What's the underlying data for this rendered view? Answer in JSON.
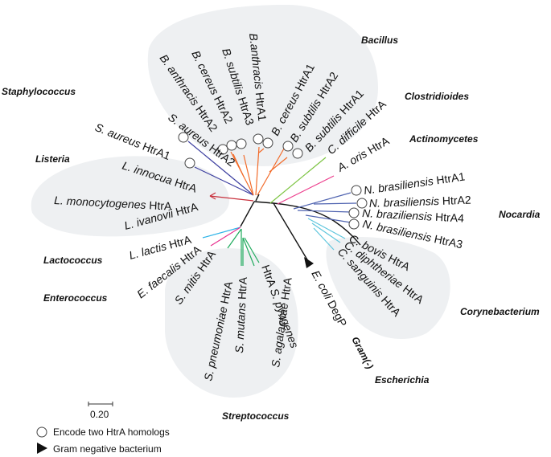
{
  "figure": {
    "type": "unrooted phylogenetic tree",
    "colors": {
      "background_blob": "#eef0f2",
      "backbone": "#111111",
      "staphylococcus": "#3d3fa0",
      "bacillus": "#f26b2a",
      "listeria": "#c8303c",
      "clostridioides": "#7dc443",
      "actinomycetes": "#ec3d8c",
      "nocardia": "#4f63b0",
      "corynebacterium": "#5fc6dd",
      "lactococcus": "#2fb4e8",
      "enterococcus": "#e8308f",
      "streptococcus": "#1eaa5c"
    }
  },
  "genera": [
    {
      "id": "bacillus",
      "label": "Bacillus"
    },
    {
      "id": "staphylococcus",
      "label": "Staphylococcus"
    },
    {
      "id": "clostridioides",
      "label": "Clostridioides"
    },
    {
      "id": "actinomycetes",
      "label": "Actinomycetes"
    },
    {
      "id": "listeria",
      "label": "Listeria"
    },
    {
      "id": "nocardia",
      "label": "Nocardia"
    },
    {
      "id": "lactococcus",
      "label": "Lactococcus"
    },
    {
      "id": "enterococcus",
      "label": "Enterococcus"
    },
    {
      "id": "corynebacterium",
      "label": "Corynebacterium"
    },
    {
      "id": "escherichia",
      "label": "Escherichia"
    },
    {
      "id": "gram_negative",
      "label": "Gram(-)"
    },
    {
      "id": "streptococcus",
      "label": "Streptococcus"
    }
  ],
  "leaves": [
    {
      "species": "S. aureus",
      "protein": "HtrA2",
      "group": "staphylococcus",
      "two_homologs": true
    },
    {
      "species": "S. aureus",
      "protein": "HtrA1",
      "group": "staphylococcus",
      "two_homologs": true
    },
    {
      "species": "B. anthracis",
      "protein": "HtrA2",
      "group": "bacillus",
      "two_homologs": true
    },
    {
      "species": "B. cereus",
      "protein": "HtrA2",
      "group": "bacillus",
      "two_homologs": true
    },
    {
      "species": "B. subtilis",
      "protein": "HtrA3",
      "group": "bacillus",
      "two_homologs": true
    },
    {
      "species": "B.anthracis",
      "protein": "HtrA1",
      "group": "bacillus",
      "two_homologs": true
    },
    {
      "species": "B. cereus",
      "protein": "HtrA1",
      "group": "bacillus",
      "two_homologs": true
    },
    {
      "species": "B. subtilis",
      "protein": "HtrA2",
      "group": "bacillus",
      "two_homologs": true
    },
    {
      "species": "B. subtilis",
      "protein": "HtrA1",
      "group": "bacillus",
      "two_homologs": true
    },
    {
      "species": "C. difficile",
      "protein": "HtrA",
      "group": "clostridioides",
      "two_homologs": false
    },
    {
      "species": "A. oris",
      "protein": "HtrA",
      "group": "actinomycetes",
      "two_homologs": false
    },
    {
      "species": "N. brasiliensis",
      "protein": "HtrA1",
      "group": "nocardia",
      "two_homologs": true
    },
    {
      "species": "N. brasiliensis",
      "protein": "HtrA2",
      "group": "nocardia",
      "two_homologs": true
    },
    {
      "species": "N. braziliensis",
      "protein": "HtrA4",
      "group": "nocardia",
      "two_homologs": true
    },
    {
      "species": "N. brasiliensis",
      "protein": "HtrA3",
      "group": "nocardia",
      "two_homologs": true
    },
    {
      "species": "C. bovis",
      "protein": "HtrA",
      "group": "corynebacterium",
      "two_homologs": false
    },
    {
      "species": "C. diphtheriae",
      "protein": "HtrA",
      "group": "corynebacterium",
      "two_homologs": false
    },
    {
      "species": "C. sanguinis",
      "protein": "HtrA",
      "group": "corynebacterium",
      "two_homologs": false
    },
    {
      "species": "E. coli",
      "protein": "DegP",
      "group": "escherichia",
      "two_homologs": false,
      "gram_negative": true
    },
    {
      "species": "S. pyogenes",
      "protein": "HtrA",
      "group": "streptococcus",
      "two_homologs": false
    },
    {
      "species": "S. agalactiae",
      "protein": "HtrA",
      "group": "streptococcus",
      "two_homologs": false
    },
    {
      "species": "S. mutans",
      "protein": "HtrA",
      "group": "streptococcus",
      "two_homologs": false
    },
    {
      "species": "S. pneumoniae",
      "protein": "HtrA",
      "group": "streptococcus",
      "two_homologs": false
    },
    {
      "species": "S. mitis",
      "protein": "HtrA",
      "group": "streptococcus",
      "two_homologs": false
    },
    {
      "species": "E. faecalis",
      "protein": "HtrA",
      "group": "enterococcus",
      "two_homologs": false
    },
    {
      "species": "L. lactis",
      "protein": "HtrA",
      "group": "lactococcus",
      "two_homologs": false
    },
    {
      "species": "L. ivanovii",
      "protein": "HtrA",
      "group": "listeria",
      "two_homologs": false
    },
    {
      "species": "L. monocytogenes",
      "protein": "HtrA",
      "group": "listeria",
      "two_homologs": false
    },
    {
      "species": "L. innocua",
      "protein": "HtrA",
      "group": "listeria",
      "two_homologs": false
    }
  ],
  "scale_bar": {
    "value": "0.20"
  },
  "legend": {
    "items": [
      {
        "symbol": "open-circle",
        "label": "Encode two HtrA homologs"
      },
      {
        "symbol": "filled-triangle",
        "label": "Gram negative bacterium"
      }
    ]
  }
}
